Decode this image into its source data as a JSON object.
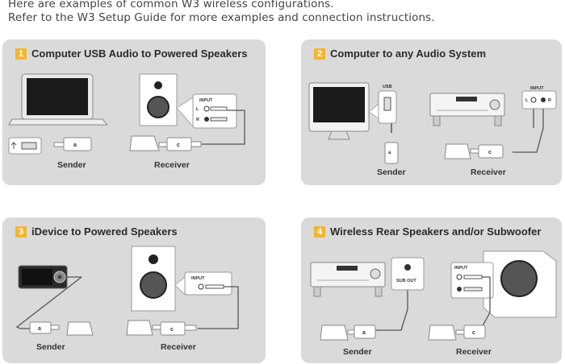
{
  "intro": {
    "line1": "Here are examples of common W3 wireless configurations.",
    "line2": "Refer to the W3 Setup Guide for more examples and connection instructions."
  },
  "panels": [
    {
      "number": "1",
      "title": "Computer USB Audio to Powered Speakers",
      "sender": "Sender",
      "receiver": "Receiver",
      "input": "INPUT",
      "l": "L",
      "r": "R"
    },
    {
      "number": "2",
      "title": "Computer to any Audio System",
      "sender": "Sender",
      "receiver": "Receiver",
      "usb": "USB",
      "input": "INPUT",
      "l": "L",
      "r": "R"
    },
    {
      "number": "3",
      "title": "iDevice to Powered Speakers",
      "sender": "Sender",
      "receiver": "Receiver",
      "input": "INPUT"
    },
    {
      "number": "4",
      "title": "Wireless Rear Speakers and/or Subwoofer",
      "sender": "Sender",
      "receiver": "Receiver",
      "sub_out": "SUB OUT",
      "input": "INPUT"
    }
  ],
  "colors": {
    "accent": "#f2b533",
    "panel": "#dadadb"
  }
}
